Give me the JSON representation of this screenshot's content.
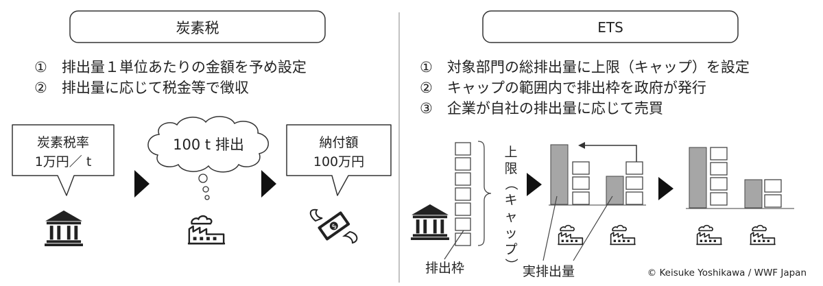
{
  "left": {
    "heading": "炭素税",
    "points": [
      "①　排出量１単位あたりの金額を予め設定",
      "②　排出量に応じて税金等で徴収"
    ],
    "rate_bubble": [
      "炭素税率",
      "1万円／ t"
    ],
    "emission_bubble": "100 t 排出",
    "payment_bubble": [
      "納付額",
      "100万円"
    ],
    "icons": [
      "government-building-icon",
      "factory-icon",
      "flying-money-icon"
    ]
  },
  "right": {
    "heading": "ETS",
    "points": [
      "①　対象部門の総排出量に上限（キャップ）を設定",
      "②　キャップの範囲内で排出枠を政府が発行",
      "③　企業が自社の排出量に応じて売買"
    ],
    "cap_label": "上限（キャップ）",
    "allowance_label": "排出枠",
    "actual_label": "実排出量",
    "icons": [
      "government-building-icon",
      "factory-icon"
    ]
  },
  "credit": "© Keisuke Yoshikawa / WWF Japan",
  "colors": {
    "bar": "#a6a6a6",
    "stroke": "#444444",
    "text": "#222222"
  }
}
